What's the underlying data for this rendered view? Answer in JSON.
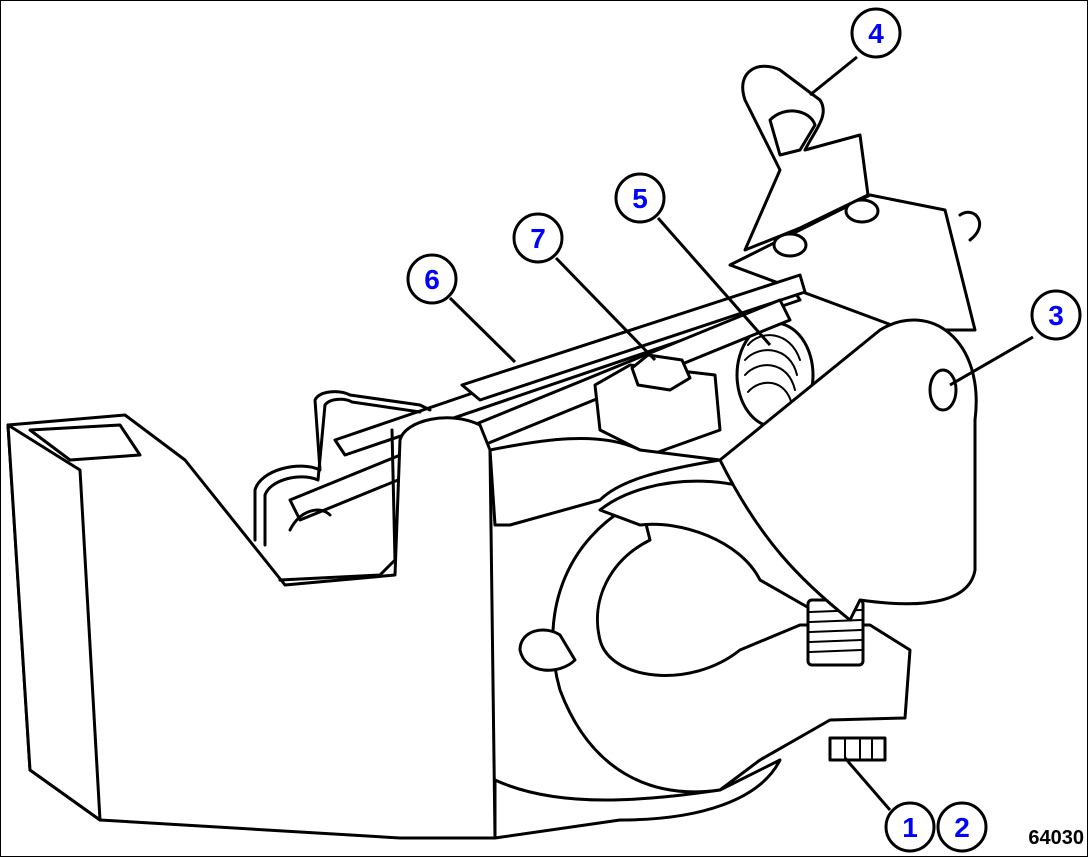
{
  "callouts": [
    {
      "id": "1",
      "label": "1"
    },
    {
      "id": "2",
      "label": "2"
    },
    {
      "id": "3",
      "label": "3"
    },
    {
      "id": "4",
      "label": "4"
    },
    {
      "id": "5",
      "label": "5"
    },
    {
      "id": "6",
      "label": "6"
    },
    {
      "id": "7",
      "label": "7"
    }
  ],
  "figure_number": "64030",
  "colors": {
    "callout_text": "#0000ff",
    "line": "#000000",
    "background": "#ffffff"
  }
}
